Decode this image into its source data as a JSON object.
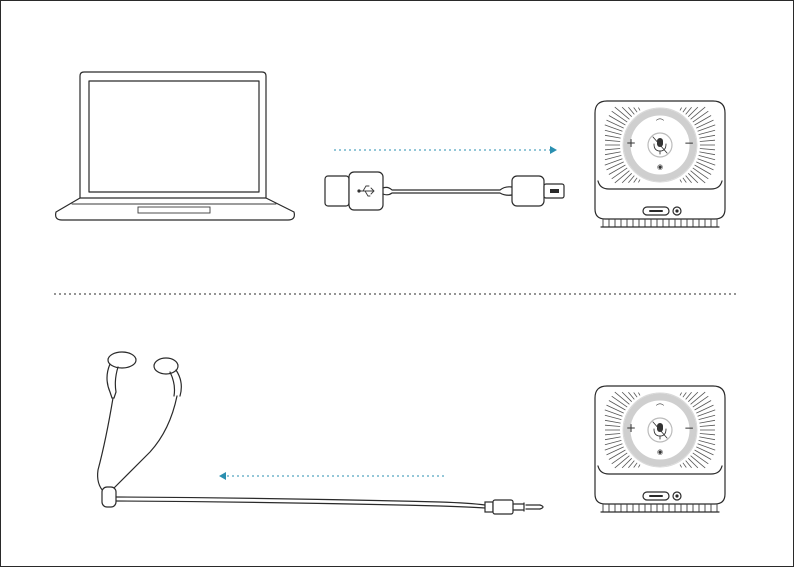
{
  "colors": {
    "accent": "#2a8fb0",
    "ink": "#2a2a2a",
    "ring": "#cfcfcf"
  },
  "icons": {
    "usb_symbol": "usb-symbol-icon",
    "mic": "microphone-icon",
    "plus": "plus-icon",
    "minus": "minus-icon",
    "phone": "phone-icon",
    "bluetooth": "bluetooth-icon"
  },
  "speaker_buttons": {
    "plus": "+",
    "minus": "−",
    "top": "⌒",
    "bottom": "◉"
  },
  "steps": [
    {
      "from": "laptop",
      "to": "speakerphone",
      "cable": "usb-cable",
      "arrow_direction": "right"
    },
    {
      "from": "speakerphone",
      "to": "earphones",
      "cable": "aux-3.5mm",
      "arrow_direction": "left"
    }
  ]
}
